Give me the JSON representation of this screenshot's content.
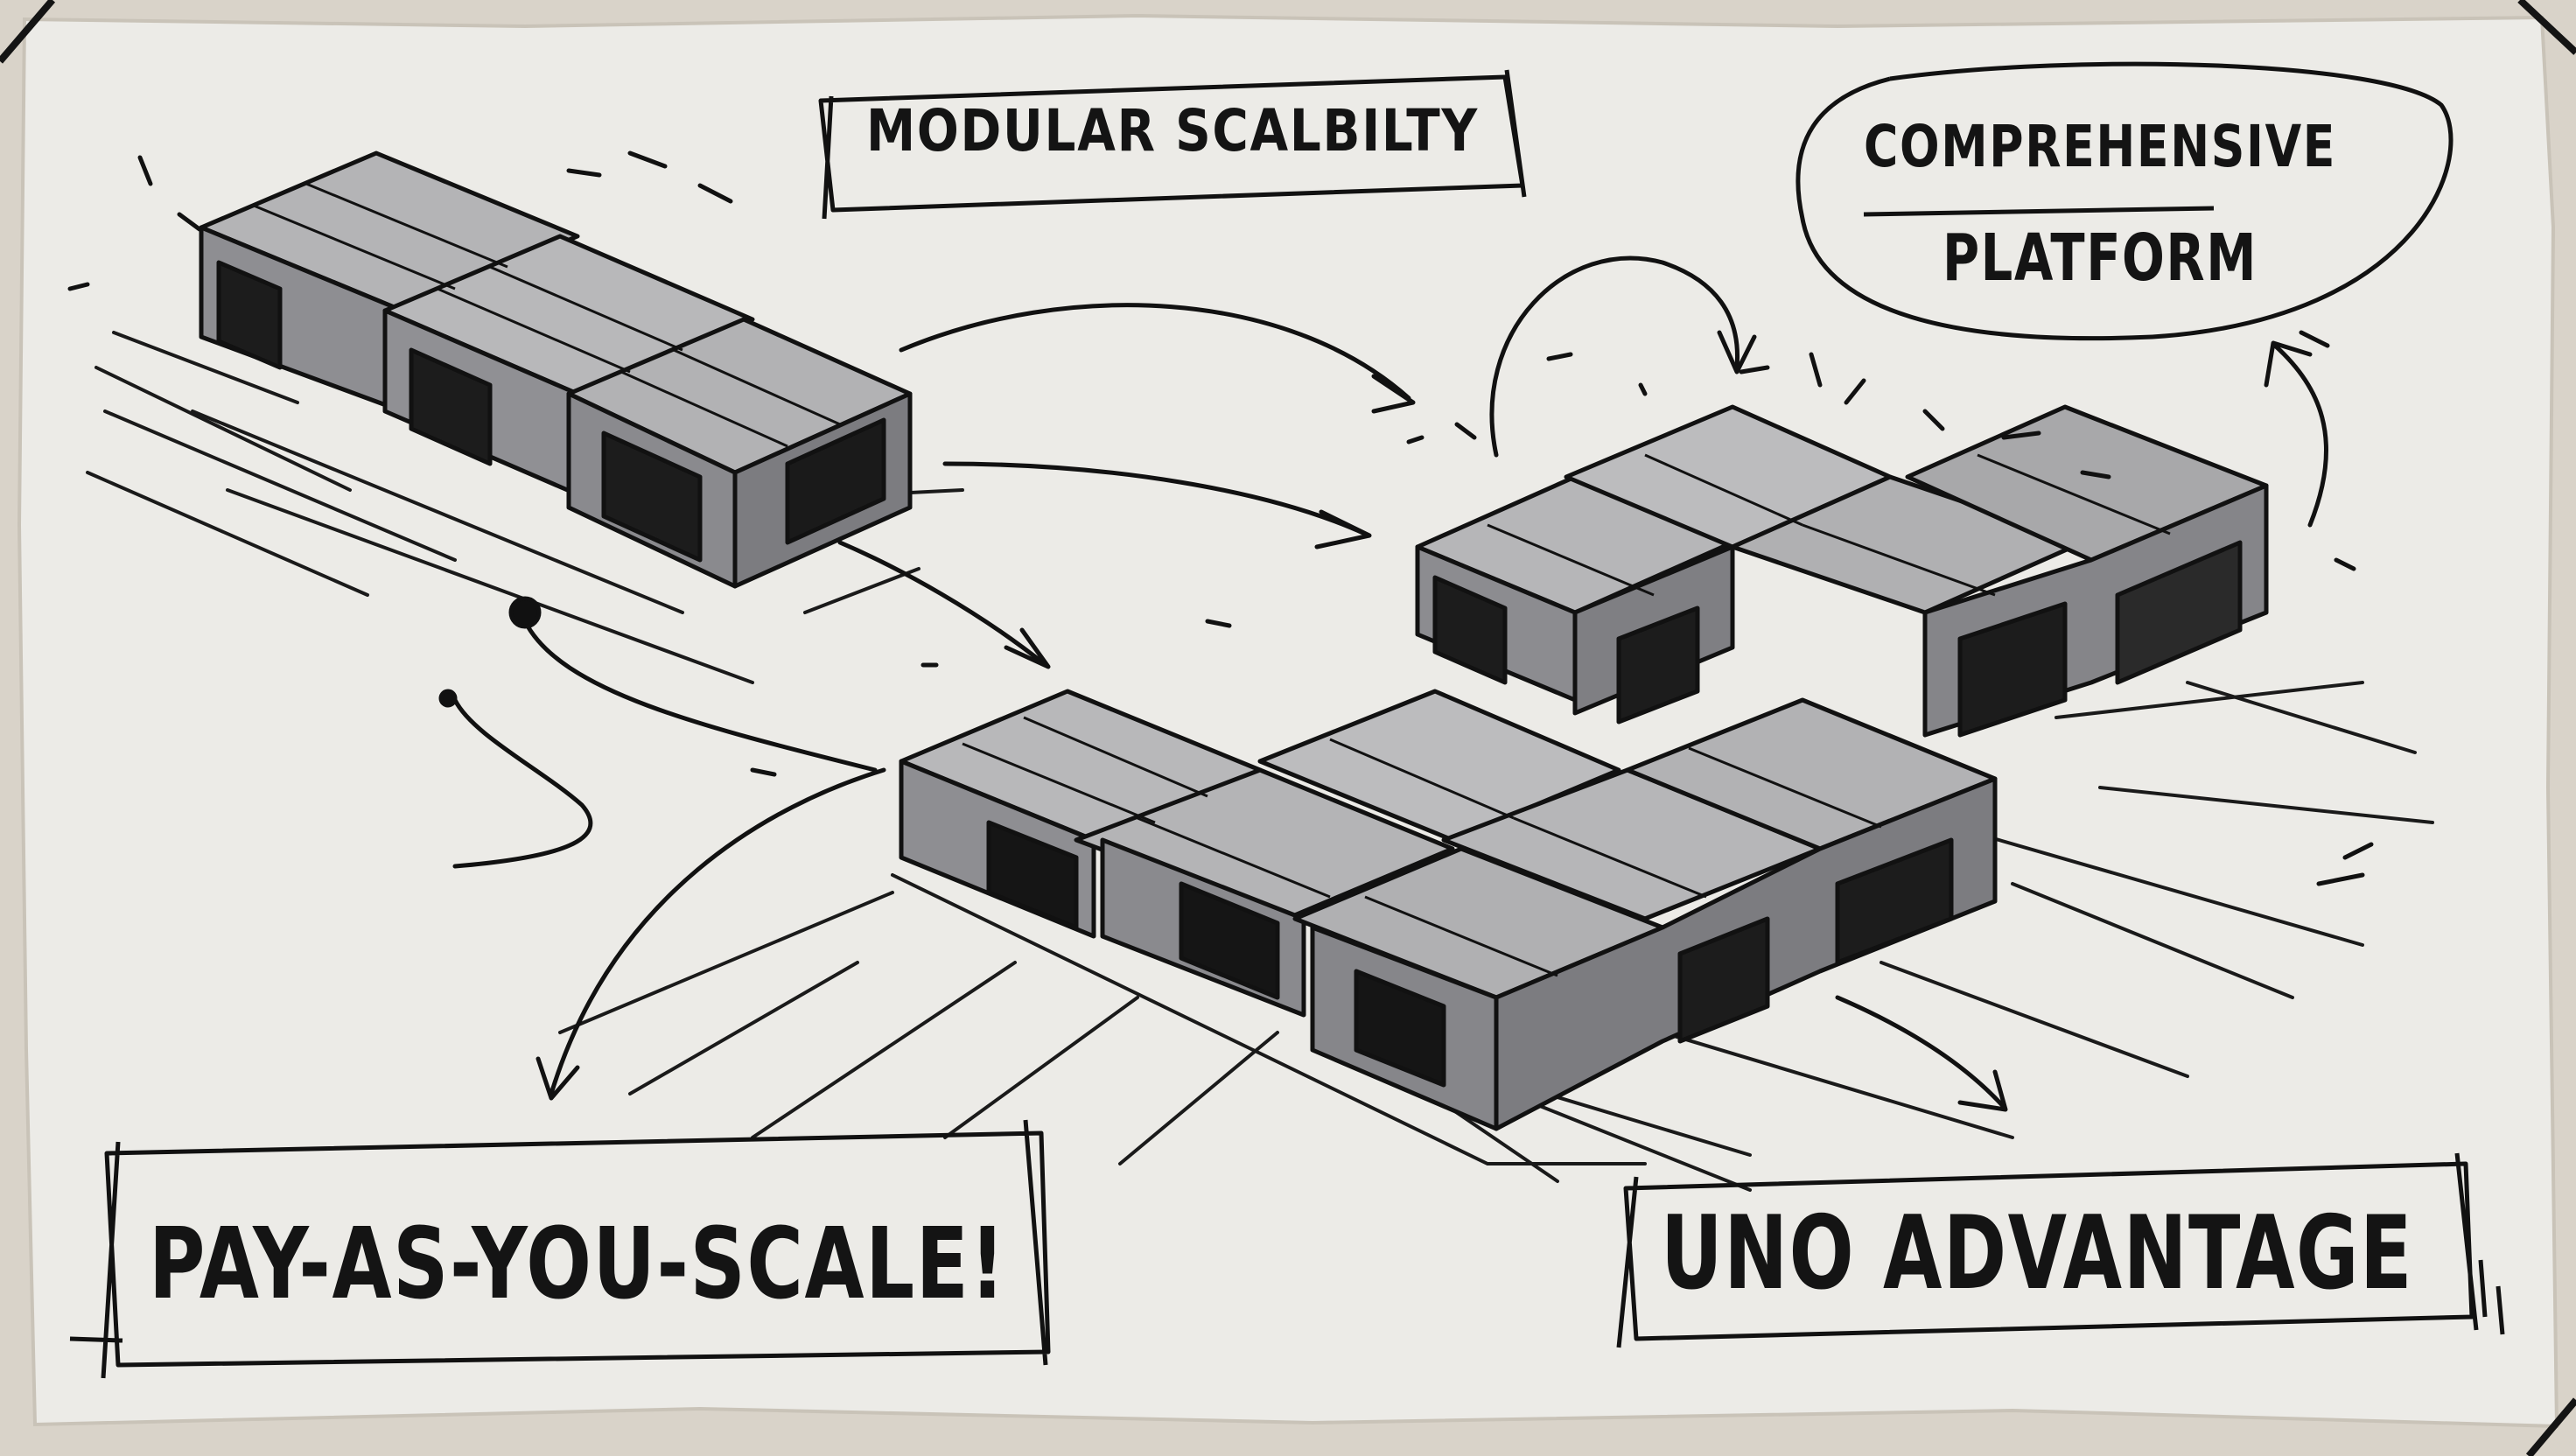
{
  "labels": {
    "modular": "MODULAR SCALBILTY",
    "comprehensive_line1": "COMPREHENSIVE",
    "comprehensive_line2": "PLATFORM",
    "pay": "PAY-AS-YOU-SCALE!",
    "uno": "UNO ADVANTAGE"
  },
  "colors": {
    "paper": "#ecebe7",
    "ink": "#141414",
    "torn_edge": "#d9d3c9",
    "container_top": "#b4b4b6",
    "container_side": "#8e8e92"
  }
}
